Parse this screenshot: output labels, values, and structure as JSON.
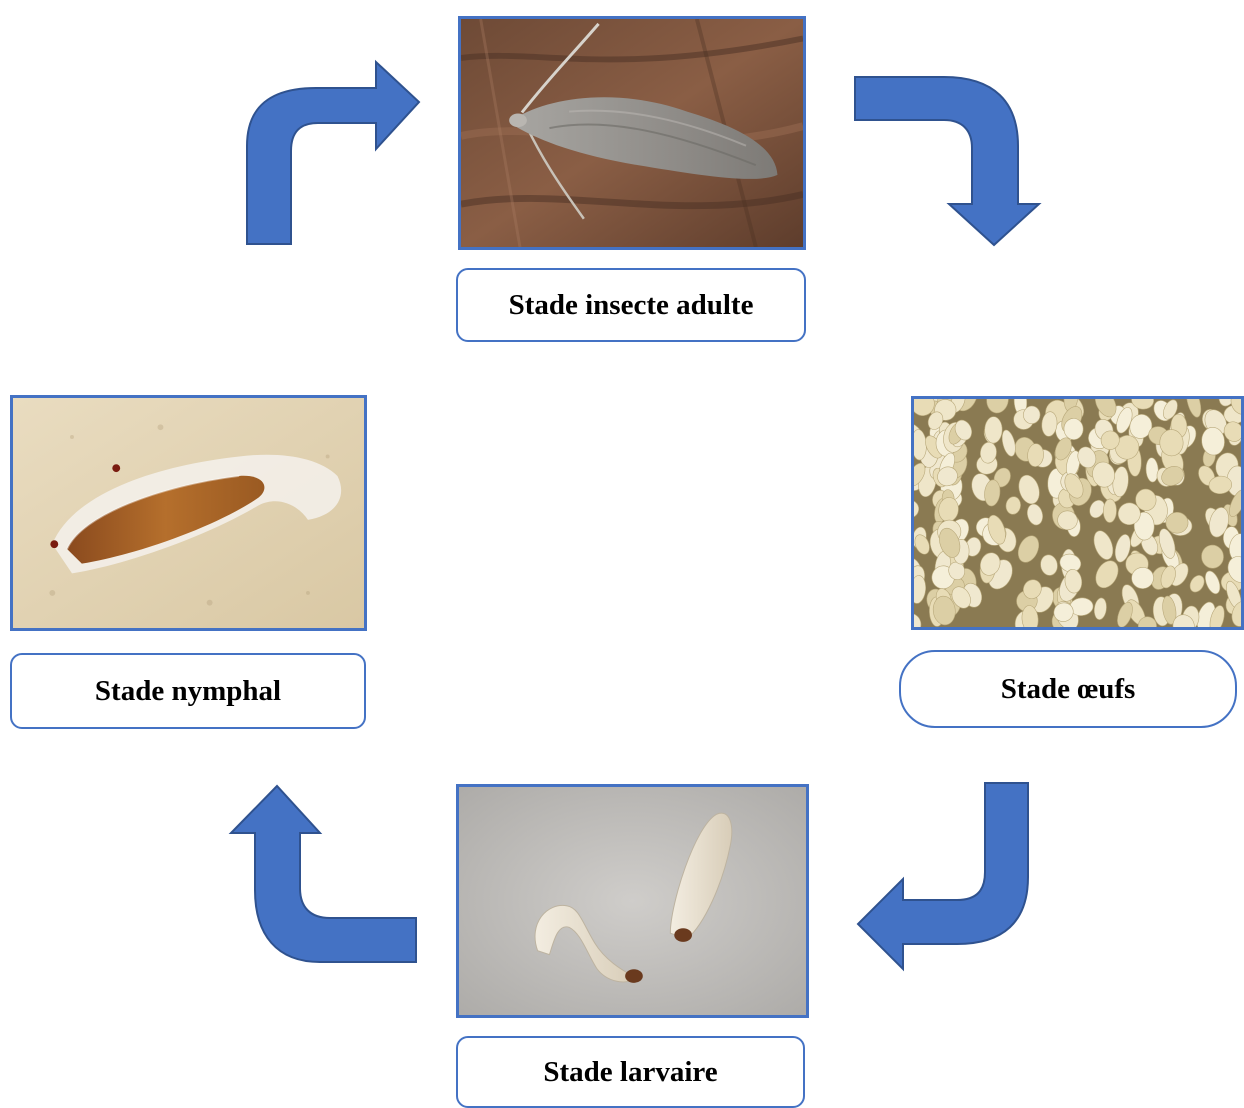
{
  "diagram": {
    "stages": [
      {
        "id": "adult",
        "label": "Stade insecte adulte"
      },
      {
        "id": "eggs",
        "label": "Stade œufs"
      },
      {
        "id": "larva",
        "label": "Stade larvaire"
      },
      {
        "id": "pupa",
        "label": "Stade nymphal"
      }
    ],
    "colors": {
      "accent": "#4472c4",
      "accent_dark": "#2f528f"
    }
  }
}
